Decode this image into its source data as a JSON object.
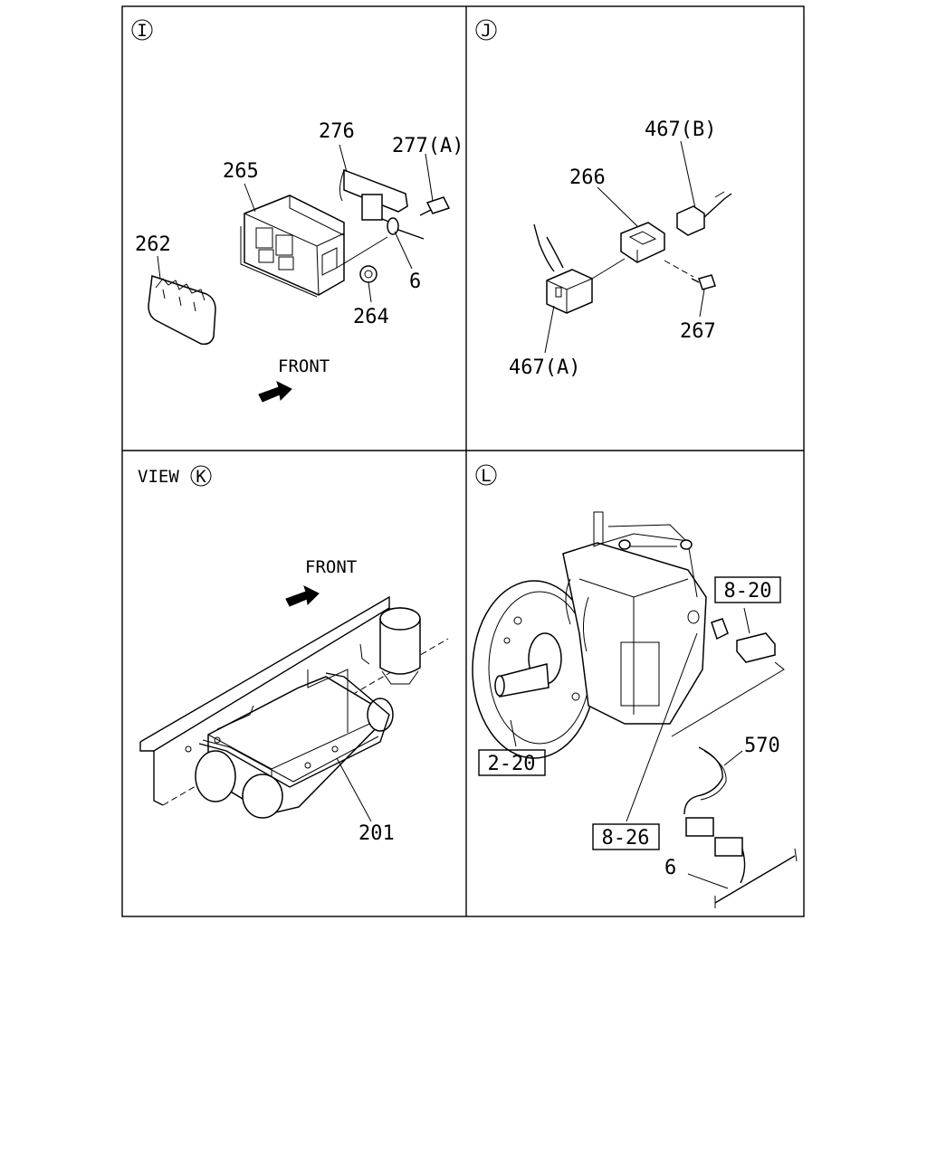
{
  "panels": {
    "I": {
      "marker": "I",
      "labels": [
        "276",
        "277(A)",
        "265",
        "262",
        "6",
        "264"
      ],
      "front": "FRONT"
    },
    "J": {
      "marker": "J",
      "labels": [
        "467(B)",
        "266",
        "267",
        "467(A)"
      ]
    },
    "K": {
      "view_text": "VIEW",
      "marker": "K",
      "front": "FRONT",
      "labels": [
        "201"
      ]
    },
    "L": {
      "marker": "L",
      "boxed_labels": [
        "8-20",
        "2-20",
        "8-26"
      ],
      "labels": [
        "570",
        "6"
      ]
    }
  },
  "icons": {
    "front_arrow": "arrow-right-icon"
  }
}
